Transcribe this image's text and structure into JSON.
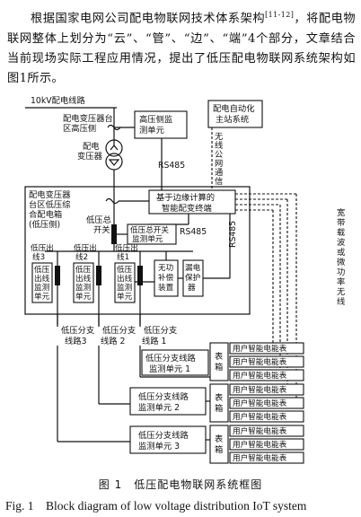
{
  "paragraph": {
    "part1": "根据国家电网公司配电物联网技术体系架构",
    "ref": "[11-12]",
    "part2": "，将配电物联网整体上划分为“云”、“管”、“边”、“端”4个部分，文章结合当前现场实际工程应用情况，提出了低压配电物联网系统架构如图1所示。"
  },
  "diagram": {
    "line_10kv": "10kV配电线路",
    "transformer_hv": [
      "配电变压器台",
      "区高压侧"
    ],
    "transformer": [
      "配电",
      "变压器"
    ],
    "hv_monitor": [
      "高压侧监",
      "测单元"
    ],
    "master": [
      "配电自动化",
      "主站系统"
    ],
    "wireless": [
      "无",
      "线",
      "公",
      "网",
      "通",
      "信"
    ],
    "rs485_top": "RS485",
    "lv_cabinet": [
      "配电变压器",
      "台区低压综",
      "合配电箱",
      "(低压侧)"
    ],
    "edge_terminal": [
      "基于边缘计算的",
      "智能配变终端"
    ],
    "main_switch": [
      "低压总",
      "开关"
    ],
    "main_switch_monitor": [
      "低压总开关",
      "监测单元"
    ],
    "rs485_mid": "RS485",
    "rs485_vert": "RS485",
    "carrier": [
      "宽",
      "带",
      "载",
      "波",
      "或",
      "微",
      "功",
      "率",
      "无",
      "线"
    ],
    "outgoing": [
      {
        "label": [
          "低压出",
          "线3"
        ],
        "monitor": [
          "低压",
          "出线",
          "监测",
          "单元"
        ]
      },
      {
        "label": [
          "低压出",
          "线2"
        ],
        "monitor": [
          "低压",
          "出线",
          "监测",
          "单元"
        ]
      },
      {
        "label": [
          "低压出",
          "线1"
        ],
        "monitor": [
          "低压",
          "出线",
          "监测",
          "单元"
        ]
      }
    ],
    "reactive": [
      "无功",
      "补偿",
      "装置"
    ],
    "leakage": [
      "漏电",
      "保护",
      "器"
    ],
    "branches": [
      {
        "label": [
          "低压分支",
          "线路3"
        ],
        "monitor": [
          "低压分支线路",
          "监测单元 3"
        ]
      },
      {
        "label": [
          "低压分支",
          "线路 2"
        ],
        "monitor": [
          "低压分支线路",
          "监测单元 2"
        ]
      },
      {
        "label": [
          "低压分支",
          "线路 1"
        ],
        "monitor": [
          "低压分支线路",
          "监测单元 1"
        ]
      }
    ],
    "meter_box": [
      "表",
      "箱"
    ],
    "meter": "用户智能电能表"
  },
  "caption": {
    "cn": "图 1　低压配电物联网系统框图",
    "en": "Fig. 1　Block diagram of low voltage distribution IoT system"
  }
}
